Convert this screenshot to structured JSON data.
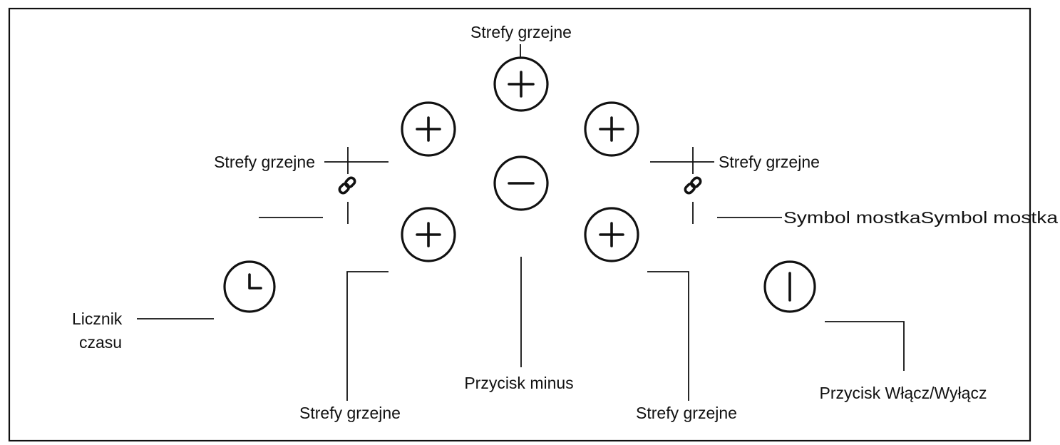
{
  "labels": {
    "zone_top": "Strefy grzejne",
    "zone_left": "Strefy grzejne",
    "zone_right": "Strefy grzejne",
    "bridge_symbol": "Symbol mostkaSymbol mostka",
    "timer_line1": "Licznik",
    "timer_line2": "czasu",
    "minus_button": "Przycisk minus",
    "zone_bottom_left": "Strefy grzejne",
    "zone_bottom_right": "Strefy grzejne",
    "power_button": "Przycisk Włącz/Wyłącz"
  },
  "icons": {
    "plus": "plus-icon",
    "minus": "minus-icon",
    "bridge": "chain-link-icon",
    "timer": "clock-icon",
    "power": "power-icon"
  },
  "colors": {
    "ink": "#111111",
    "background": "#ffffff"
  }
}
